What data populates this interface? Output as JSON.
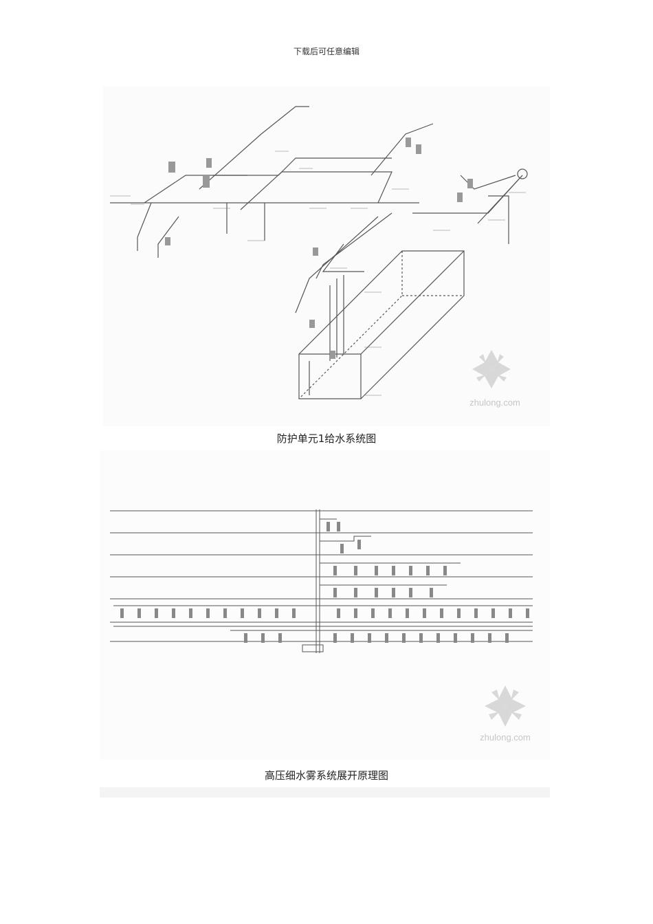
{
  "header": {
    "text": "下载后可任意编辑"
  },
  "figures": [
    {
      "caption": "防护单元1给水系统图",
      "watermark": "zhulong.com"
    },
    {
      "caption": "高压细水雾系统展开原理图",
      "watermark": "zhulong.com"
    }
  ],
  "colors": {
    "line": "#5a5a5a",
    "watermark": "#c8c8c8",
    "text": "#222222"
  }
}
